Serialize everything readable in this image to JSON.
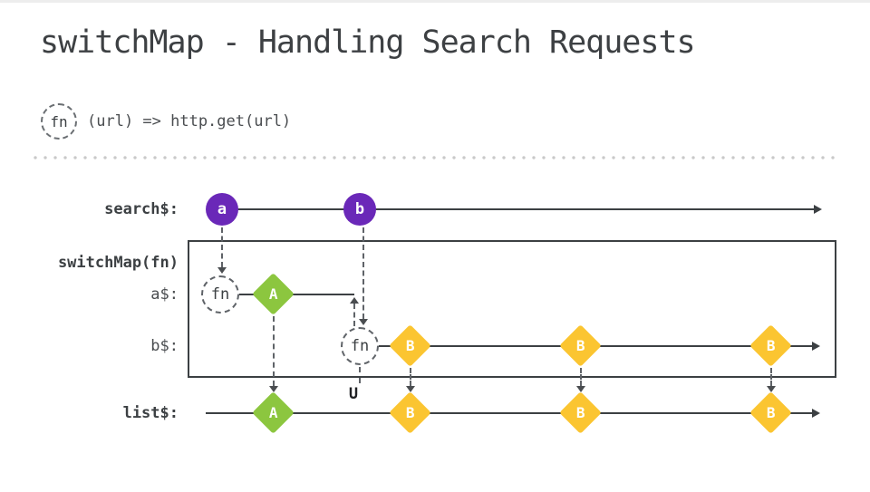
{
  "title": "switchMap - Handling Search Requests",
  "legend": {
    "fn": "fn",
    "code": "(url) => http.get(url)"
  },
  "diagram": {
    "operator": "switchMap(fn)",
    "unsubscribe": "U",
    "rows": {
      "search": {
        "label": "search$:",
        "marbles": [
          "a",
          "b"
        ]
      },
      "a": {
        "label": "a$:",
        "fn": "fn",
        "marbles": [
          "A"
        ]
      },
      "b": {
        "label": "b$:",
        "fn": "fn",
        "marbles": [
          "B",
          "B",
          "B"
        ]
      },
      "list": {
        "label": "list$:",
        "marbles": [
          "A",
          "B",
          "B",
          "B"
        ]
      }
    }
  },
  "colors": {
    "search_marble": "#6a28b8",
    "a_marble": "#8cc63f",
    "b_marble": "#fbc531",
    "line": "#3c4043"
  }
}
